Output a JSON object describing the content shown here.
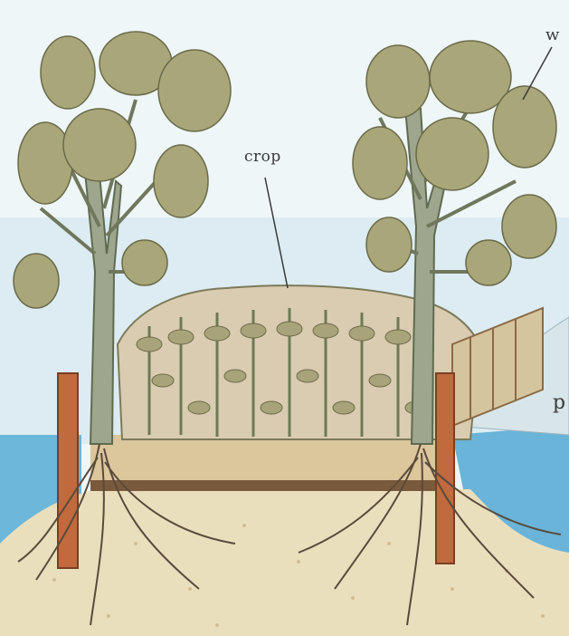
{
  "labels": {
    "crop": "crop",
    "w": "w",
    "p": "p"
  },
  "colors": {
    "sky": "#e6f2f6",
    "water": "#69b6da",
    "soil": "#e9dcb6",
    "bed": "#d9c39a",
    "foliage": "#a7a47a",
    "trunk": "#9aa38a",
    "post": "#c06a3e",
    "roots": "#5a4a3c"
  }
}
